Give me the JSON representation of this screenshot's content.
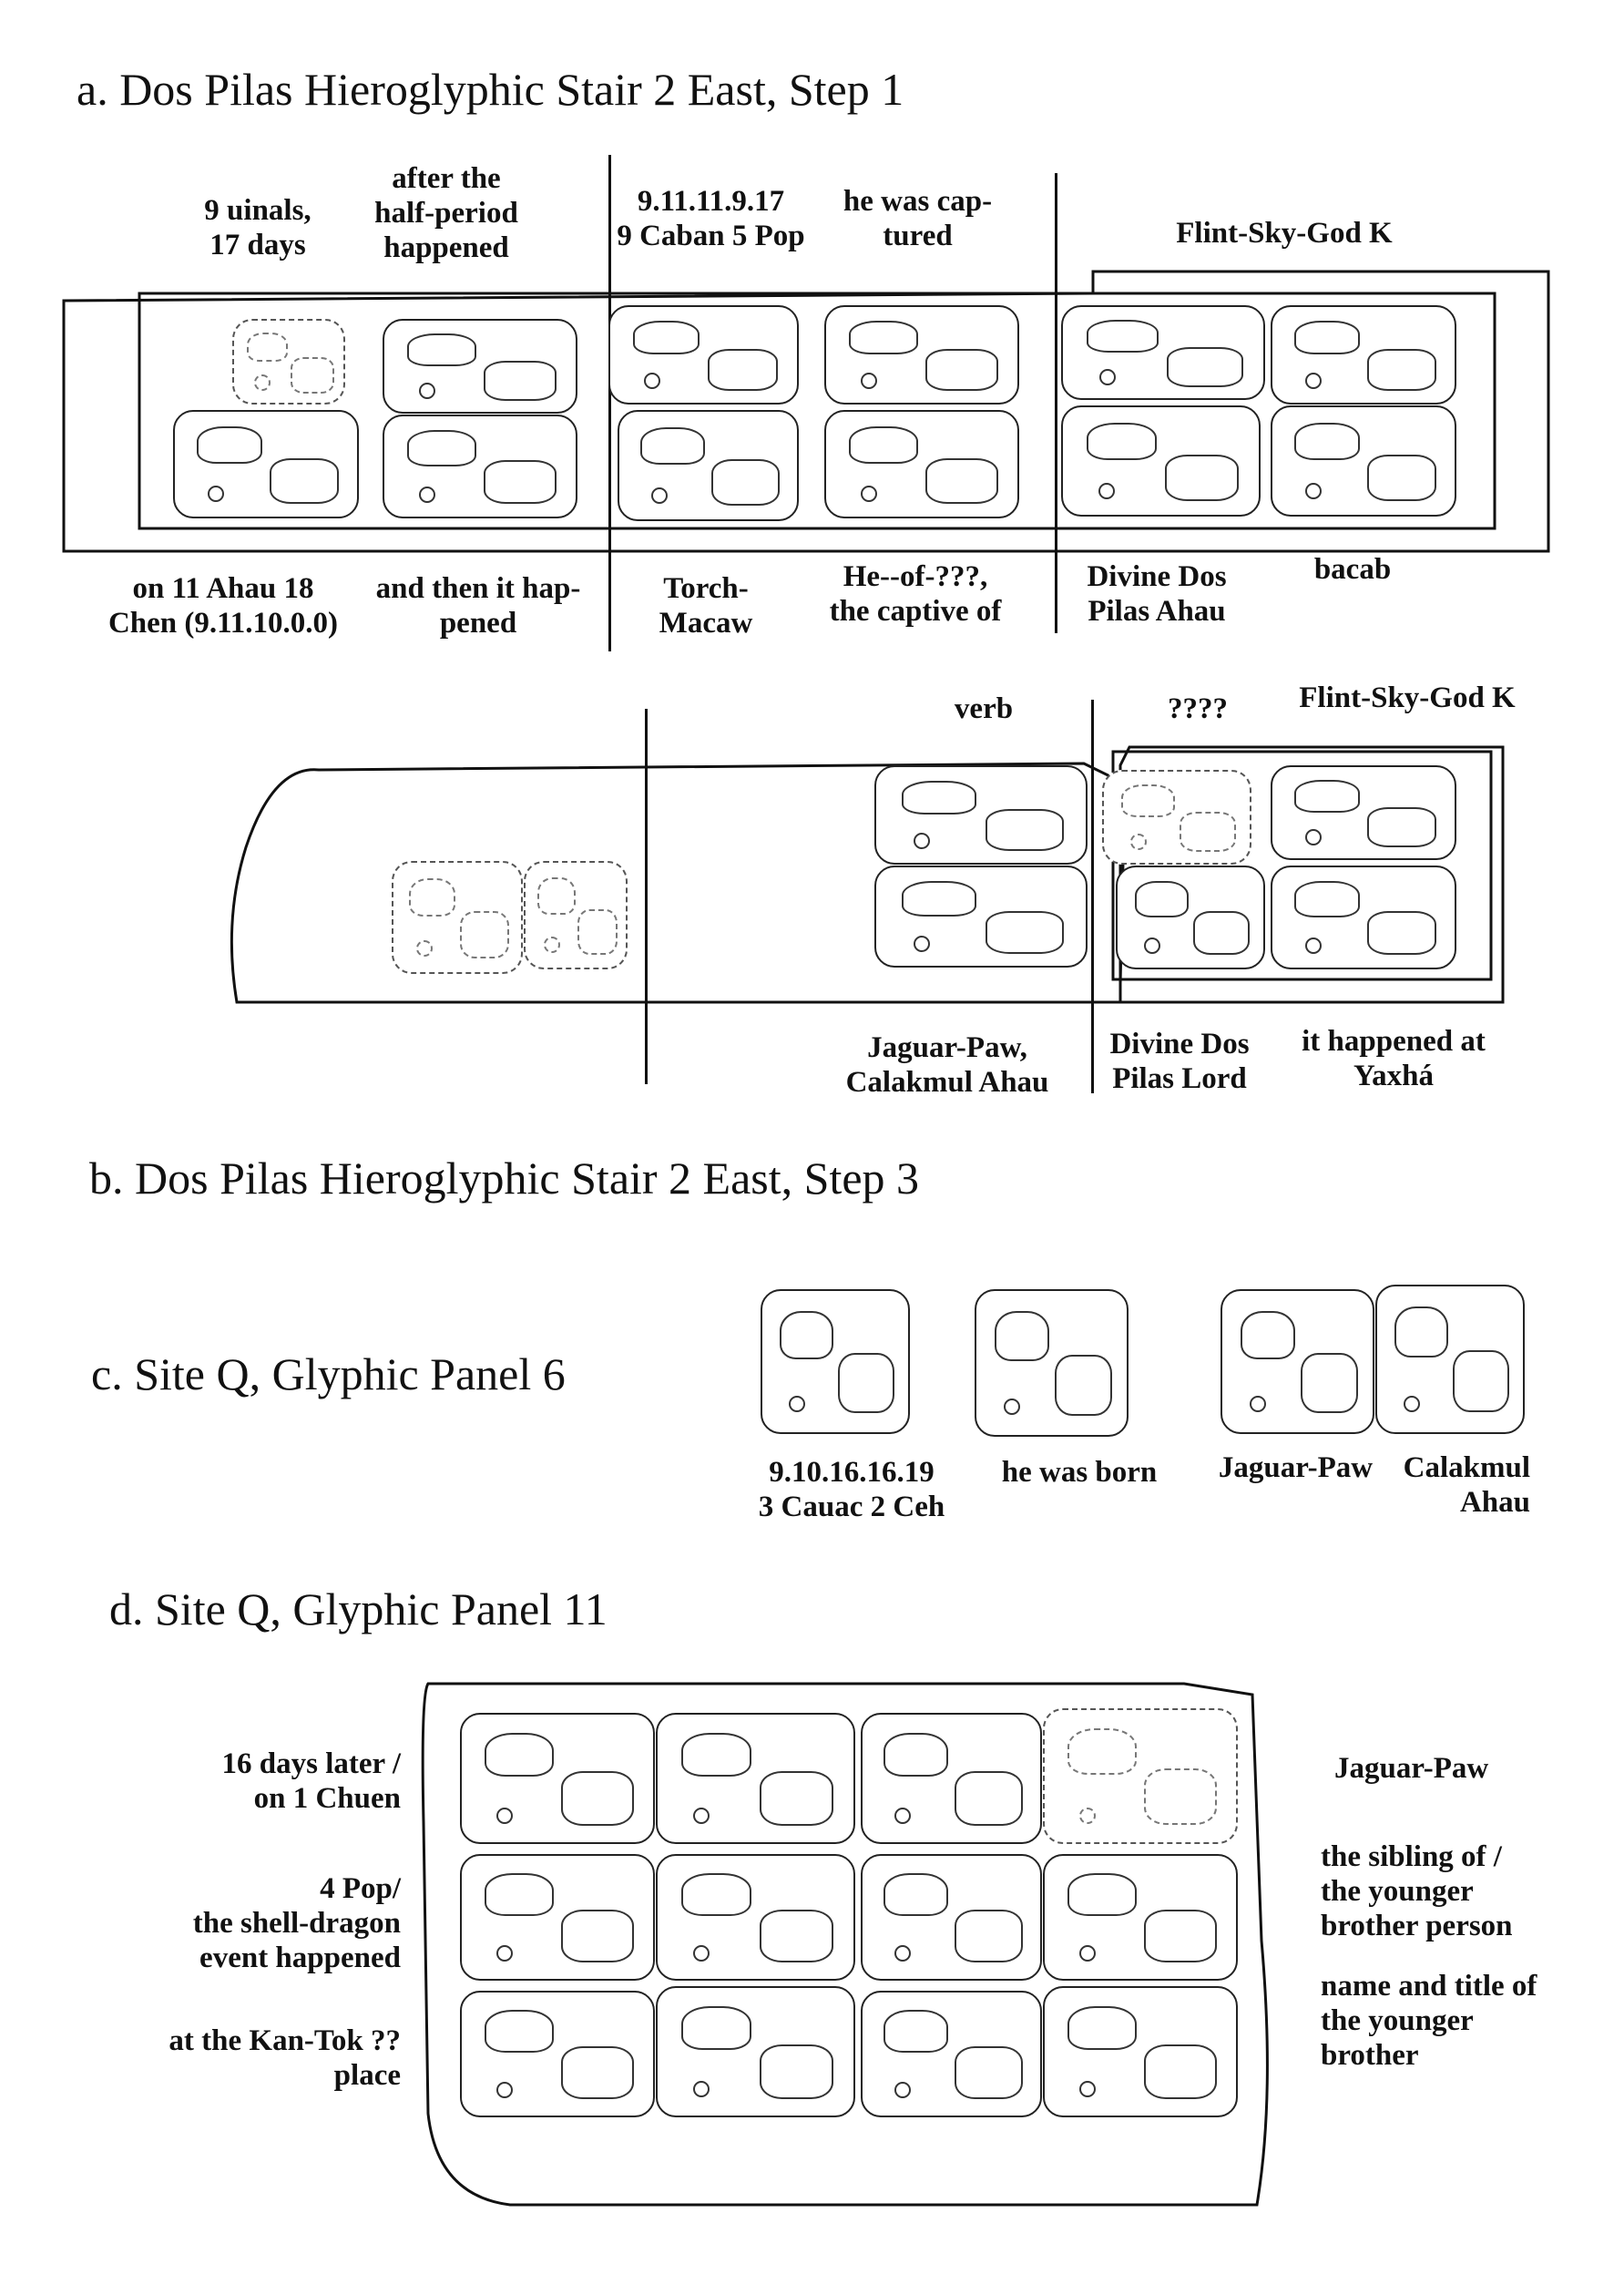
{
  "section_a": {
    "heading": "a. Dos Pilas Hieroglyphic Stair 2 East, Step 1",
    "row1_top": {
      "c1": [
        "9 uinals,",
        "17 days"
      ],
      "c2": [
        "after the",
        "half-period",
        "happened"
      ],
      "c3": [
        "9.11.11.9.17",
        "9 Caban 5 Pop"
      ],
      "c4": [
        "he was cap-",
        "tured"
      ],
      "c5": [
        "Flint-Sky-God K"
      ]
    },
    "row1_bottom": {
      "c1": [
        "on 11 Ahau 18",
        "Chen (9.11.10.0.0)"
      ],
      "c2": [
        "and then it hap-",
        "pened"
      ],
      "c3": [
        "Torch-",
        "Macaw"
      ],
      "c4": [
        "He--of-???,",
        "the captive of"
      ],
      "c5": [
        "Divine Dos",
        "Pilas Ahau"
      ],
      "c6": [
        "bacab"
      ]
    },
    "row2_top": {
      "c1": [
        "verb"
      ],
      "c2": [
        "????"
      ],
      "c3": [
        "Flint-Sky-God K"
      ]
    },
    "row2_bottom": {
      "c1": [
        "Jaguar-Paw,",
        "Calakmul Ahau"
      ],
      "c2": [
        "Divine Dos",
        "Pilas Lord"
      ],
      "c3": [
        "it happened at",
        "Yaxhá"
      ]
    }
  },
  "section_b": {
    "heading": "b. Dos Pilas Hieroglyphic Stair 2 East, Step 3"
  },
  "section_c": {
    "heading": "c. Site Q, Glyphic Panel 6",
    "captions": {
      "c1": [
        "9.10.16.16.19",
        "3 Cauac 2 Ceh"
      ],
      "c2": [
        "he was born"
      ],
      "c3": [
        "Jaguar-Paw"
      ],
      "c4": [
        "Calakmul",
        "Ahau"
      ]
    }
  },
  "section_d": {
    "heading": "d. Site Q, Glyphic Panel 11",
    "left": {
      "l1": [
        "16 days later /",
        "on 1 Chuen"
      ],
      "l2": [
        "4 Pop/",
        "the shell-dragon",
        "event happened"
      ],
      "l3": [
        "at the Kan-Tok ??",
        "place"
      ]
    },
    "right": {
      "r1": [
        "Jaguar-Paw"
      ],
      "r2": [
        "the sibling of /",
        "the younger",
        "brother person"
      ],
      "r3": [
        "name and title of",
        "the younger",
        "brother"
      ]
    }
  }
}
